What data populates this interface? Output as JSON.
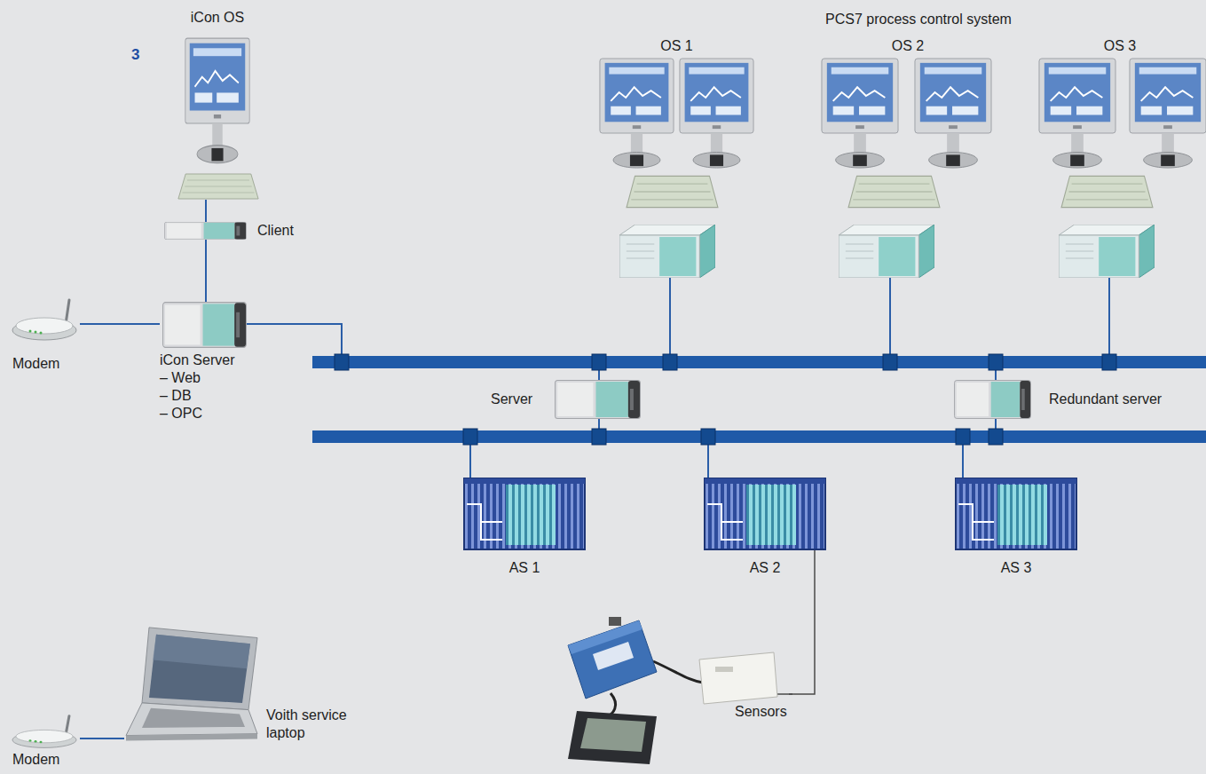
{
  "diagram": {
    "nodes": [
      {
        "text": [
          "iCon OS"
        ]
      },
      {
        "text": [
          "Client"
        ]
      },
      {
        "text": [
          "iCon Server",
          "– Web",
          "– DB",
          "– OPC"
        ]
      },
      {
        "text": [
          "Modem"
        ]
      },
      {
        "text": [
          "OS 1"
        ]
      },
      {
        "text": [
          "OS 2"
        ]
      },
      {
        "text": [
          "OS 3"
        ]
      },
      {
        "text": [
          "Server"
        ]
      },
      {
        "text": [
          "Redundant server"
        ]
      },
      {
        "text": [
          "AS 1"
        ]
      },
      {
        "text": [
          "AS 2"
        ]
      },
      {
        "text": [
          "AS 3"
        ]
      },
      {
        "text": [
          "Sensors"
        ]
      },
      {
        "text": [
          "Modem"
        ]
      },
      {
        "text": [
          "Voith service laptop"
        ]
      }
    ],
    "edges": [
      {
        "from": 0,
        "to": 1,
        "arrow": "none"
      },
      {
        "from": 1,
        "to": 2,
        "arrow": "none"
      },
      {
        "from": 3,
        "to": 2,
        "arrow": "none"
      },
      {
        "from": 10,
        "to": 12,
        "arrow": "none"
      },
      {
        "from": 13,
        "to": 14,
        "arrow": "none"
      }
    ],
    "labels": [
      "PCS7 process control system",
      "3"
    ]
  }
}
